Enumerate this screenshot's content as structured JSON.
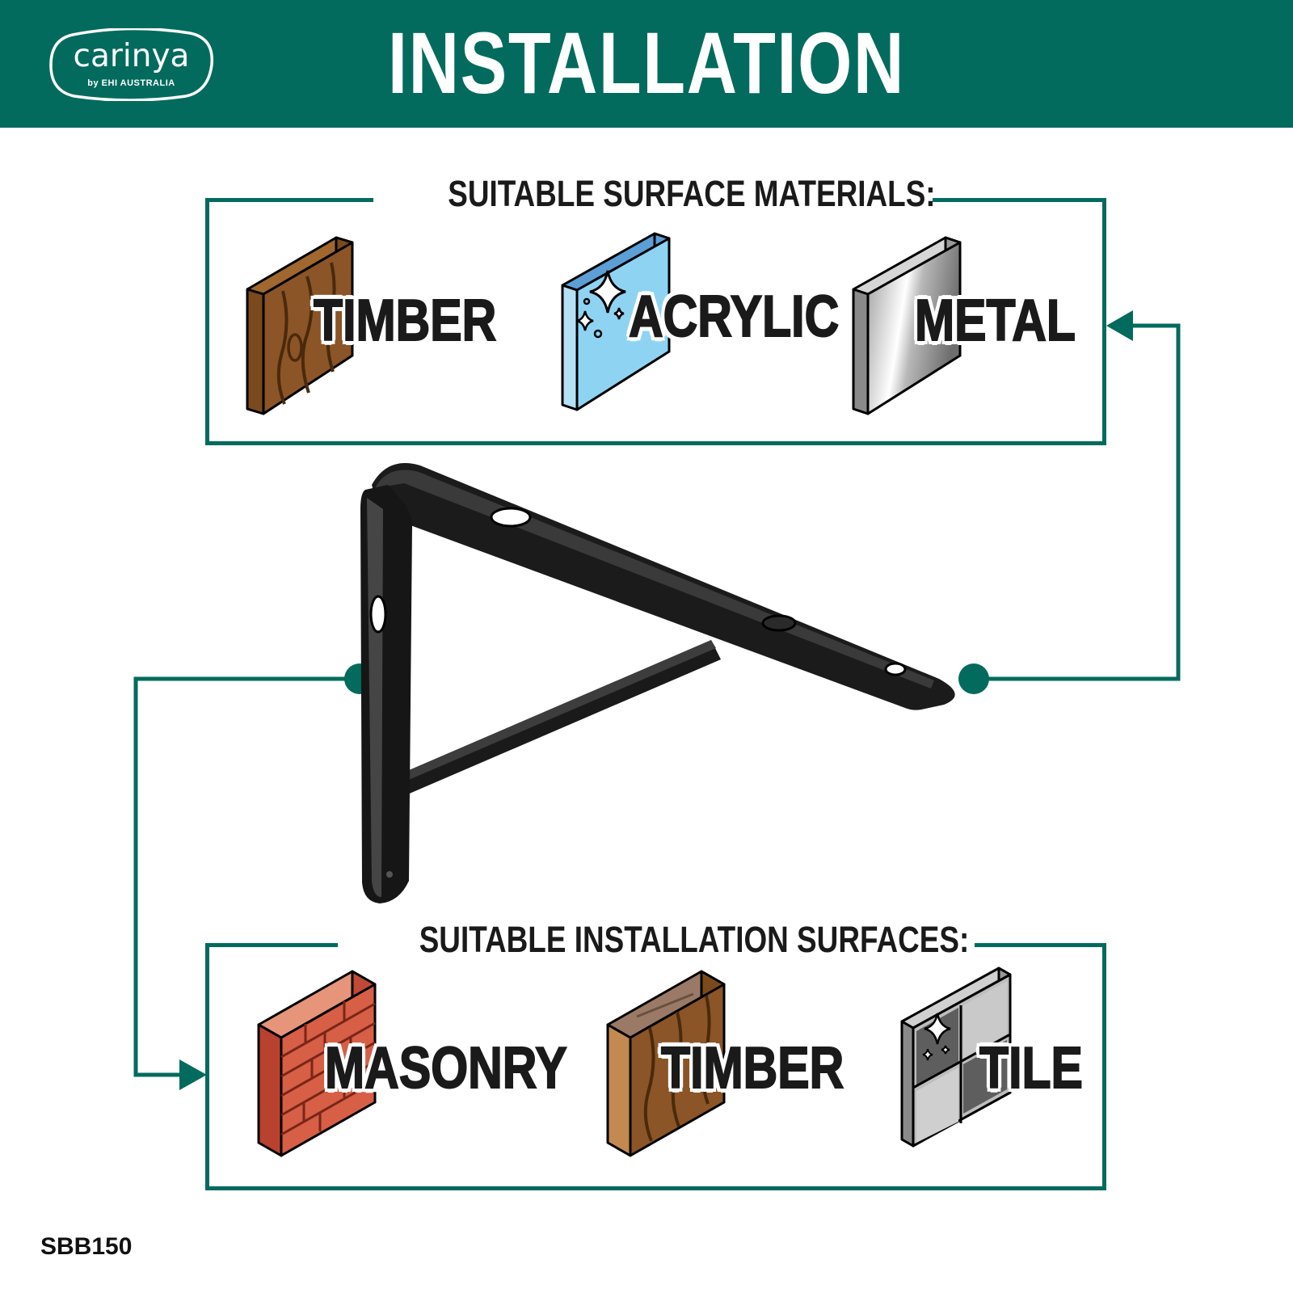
{
  "colors": {
    "brand_green": "#036b5e",
    "text_dark": "#1a1a1a"
  },
  "logo": {
    "name": "carinya",
    "sub": "by EHI AUSTRALIA"
  },
  "header": {
    "title": "INSTALLATION"
  },
  "materials": {
    "title": "SUITABLE SURFACE MATERIALS:",
    "items": [
      {
        "label": "TIMBER",
        "icon": "timber-block-icon"
      },
      {
        "label": "ACRYLIC",
        "icon": "acrylic-sheet-icon"
      },
      {
        "label": "METAL",
        "icon": "metal-plate-icon"
      }
    ]
  },
  "surfaces": {
    "title": "SUITABLE INSTALLATION SURFACES:",
    "items": [
      {
        "label": "MASONRY",
        "icon": "brick-wall-icon"
      },
      {
        "label": "TIMBER",
        "icon": "timber-block-icon"
      },
      {
        "label": "TILE",
        "icon": "tile-icon"
      }
    ]
  },
  "product_image": "shelf-bracket-illustration",
  "product_code": "SBB150"
}
